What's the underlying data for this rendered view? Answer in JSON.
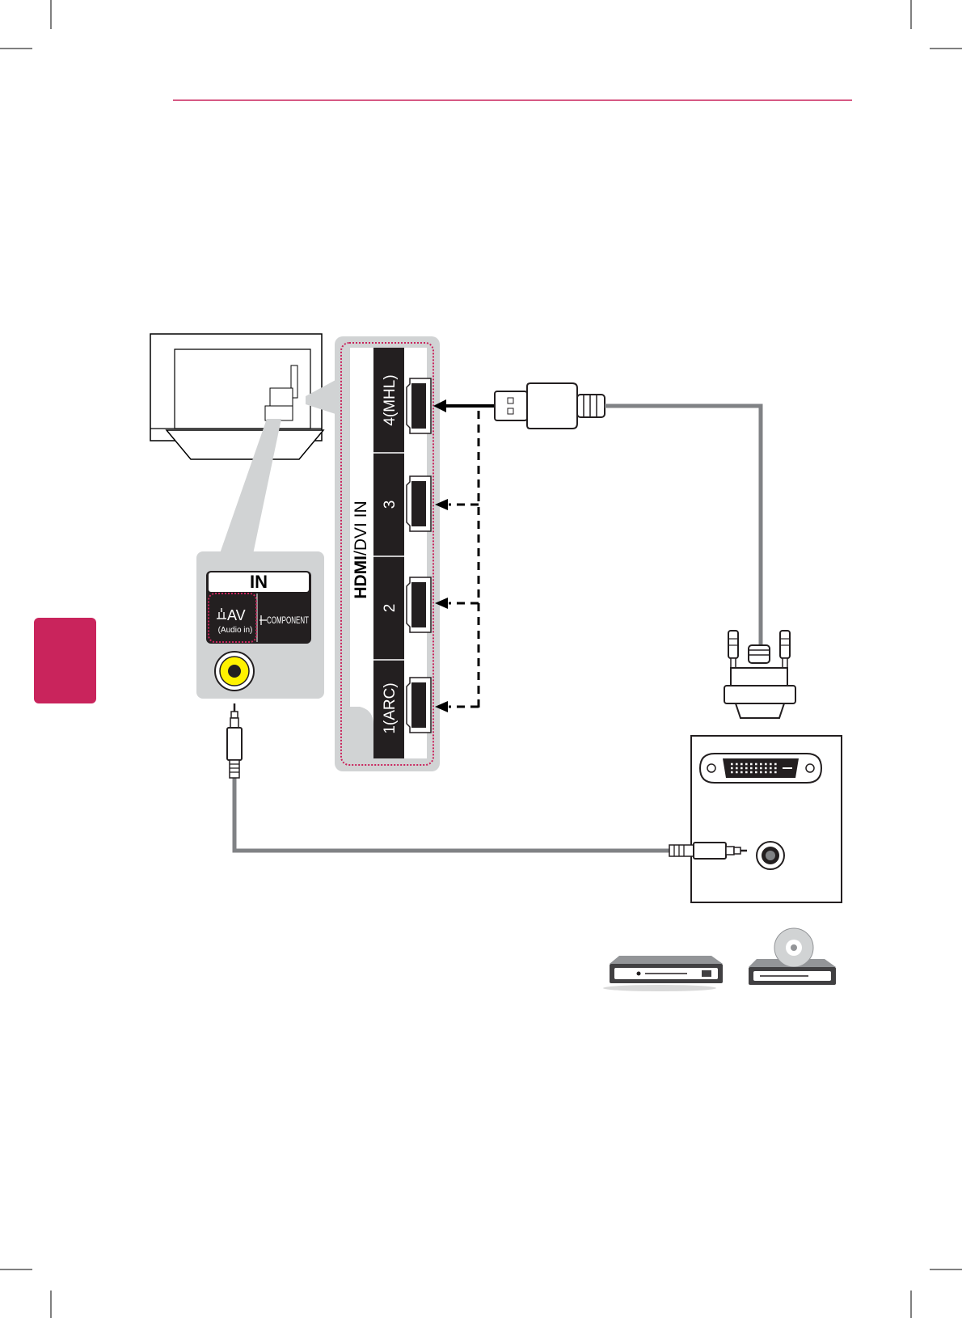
{
  "accent_color": "#c9245c",
  "av_panel": {
    "header": "IN",
    "av_label": "AV",
    "audio_in_label": "(Audio in)",
    "component_label": "COMPONENT"
  },
  "hdmi_panel": {
    "title_logo": "HDMI",
    "title_suffix": "/DVI IN",
    "ports": [
      {
        "label": "4(MHL)"
      },
      {
        "label": "3"
      },
      {
        "label": "2"
      },
      {
        "label": "1(ARC)"
      }
    ]
  },
  "icons": [
    "hdmi-port-icon",
    "dvi-connector-icon",
    "dvi-port-icon",
    "audio-jack-icon",
    "rca-jack-icon",
    "dvd-player-icon",
    "disc-player-icon"
  ]
}
